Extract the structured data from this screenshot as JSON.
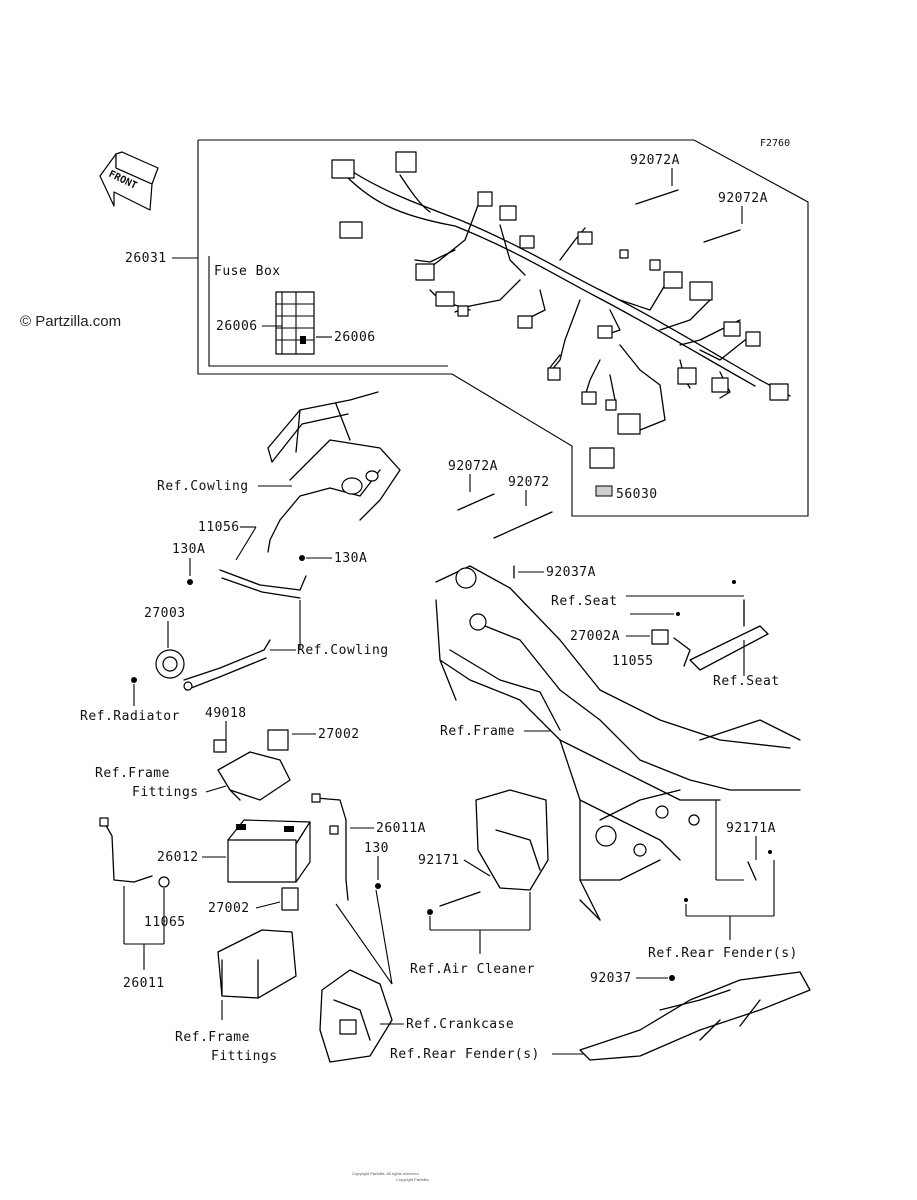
{
  "figure_code": "F2760",
  "watermark": "© Partzilla.com",
  "front_label": "FRONT",
  "fuse_box_label": "Fuse Box",
  "parts": {
    "p26031": "26031",
    "p26006_left": "26006",
    "p26006_right": "26006",
    "p92072A_top1": "92072A",
    "p92072A_top2": "92072A",
    "p56030": "56030",
    "p92072A_mid": "92072A",
    "p92072": "92072",
    "p11056": "11056",
    "p130A_left": "130A",
    "p130A_right": "130A",
    "p27003": "27003",
    "p49018": "49018",
    "p27002_top": "27002",
    "p26011A": "26011A",
    "p130": "130",
    "p26012": "26012",
    "p11065": "11065",
    "p27002_bottom": "27002",
    "p26011": "26011",
    "p92037A": "92037A",
    "p27002A": "27002A",
    "p11055": "11055",
    "p92171": "92171",
    "p92171A": "92171A",
    "p92037": "92037"
  },
  "refs": {
    "cowling_top": "Ref.Cowling",
    "cowling_bottom": "Ref.Cowling",
    "radiator": "Ref.Radiator",
    "frame_fittings_top_1": "Ref.Frame",
    "frame_fittings_top_2": "Fittings",
    "frame_fittings_bottom_1": "Ref.Frame",
    "frame_fittings_bottom_2": "Fittings",
    "seat_top": "Ref.Seat",
    "seat_bottom": "Ref.Seat",
    "frame": "Ref.Frame",
    "air_cleaner": "Ref.Air Cleaner",
    "rear_fender_right": "Ref.Rear Fender(s)",
    "crankcase": "Ref.Crankcase",
    "rear_fender_bottom": "Ref.Rear Fender(s)"
  },
  "footer_line1": "Copyright Partzilla. All rights reserved.",
  "footer_line2": "Copyright Partzilla"
}
